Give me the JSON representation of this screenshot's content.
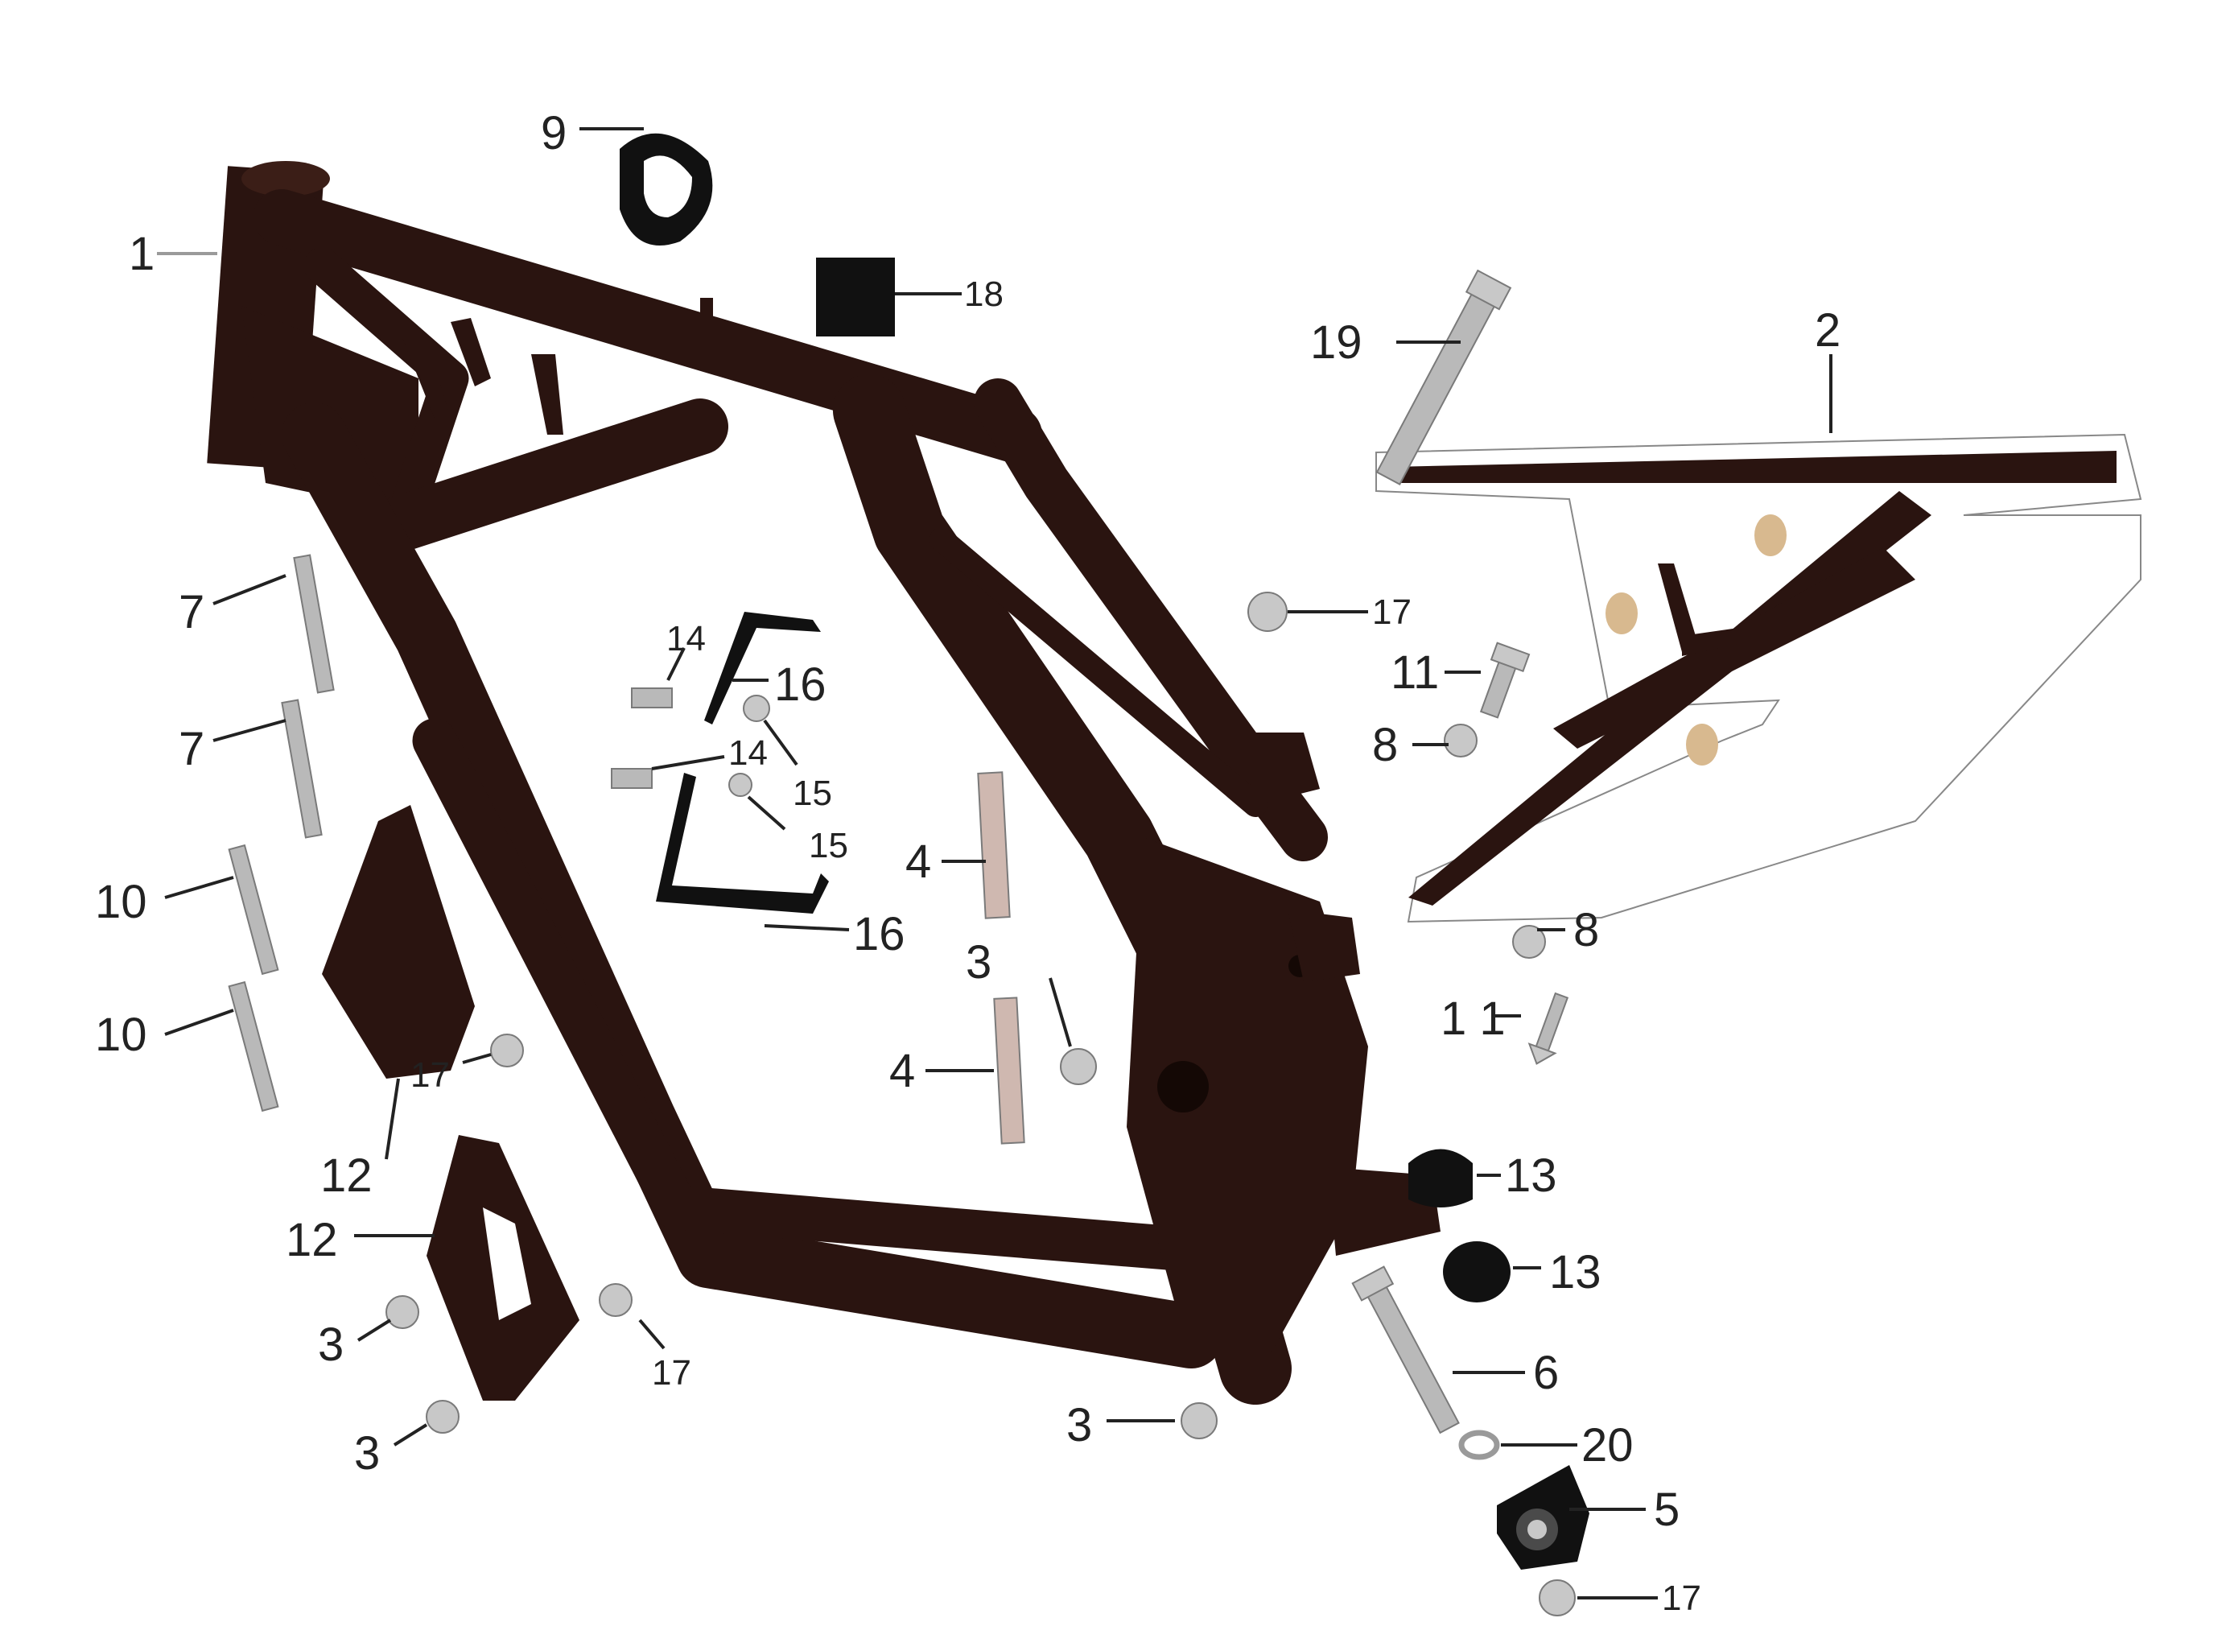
{
  "colors": {
    "frame": "#2a1410",
    "frame_highlight": "#3b1e17",
    "hardware": "#b9b9b9",
    "bushing": "#d8b98f",
    "black_part": "#111111",
    "leader": "#222222"
  },
  "callouts": [
    {
      "id": "c1",
      "label": "1"
    },
    {
      "id": "c2",
      "label": "2"
    },
    {
      "id": "c3a",
      "label": "3"
    },
    {
      "id": "c3b",
      "label": "3"
    },
    {
      "id": "c3c",
      "label": "3"
    },
    {
      "id": "c3d",
      "label": "3"
    },
    {
      "id": "c4a",
      "label": "4"
    },
    {
      "id": "c4b",
      "label": "4"
    },
    {
      "id": "c5",
      "label": "5"
    },
    {
      "id": "c6",
      "label": "6"
    },
    {
      "id": "c7a",
      "label": "7"
    },
    {
      "id": "c7b",
      "label": "7"
    },
    {
      "id": "c8a",
      "label": "8"
    },
    {
      "id": "c8b",
      "label": "8"
    },
    {
      "id": "c9",
      "label": "9"
    },
    {
      "id": "c10a",
      "label": "10"
    },
    {
      "id": "c10b",
      "label": "10"
    },
    {
      "id": "c11a",
      "label": "11"
    },
    {
      "id": "c11b",
      "label": "1 1"
    },
    {
      "id": "c12a",
      "label": "12"
    },
    {
      "id": "c12b",
      "label": "12"
    },
    {
      "id": "c13a",
      "label": "13"
    },
    {
      "id": "c13b",
      "label": "13"
    },
    {
      "id": "c14a",
      "label": "14"
    },
    {
      "id": "c14b",
      "label": "14"
    },
    {
      "id": "c15a",
      "label": "15"
    },
    {
      "id": "c15b",
      "label": "15"
    },
    {
      "id": "c16a",
      "label": "16"
    },
    {
      "id": "c16b",
      "label": "16"
    },
    {
      "id": "c17a",
      "label": "17"
    },
    {
      "id": "c17b",
      "label": "17"
    },
    {
      "id": "c17c",
      "label": "17"
    },
    {
      "id": "c17d",
      "label": "17"
    },
    {
      "id": "c18",
      "label": "18"
    },
    {
      "id": "c19",
      "label": "19"
    },
    {
      "id": "c20",
      "label": "20"
    }
  ]
}
